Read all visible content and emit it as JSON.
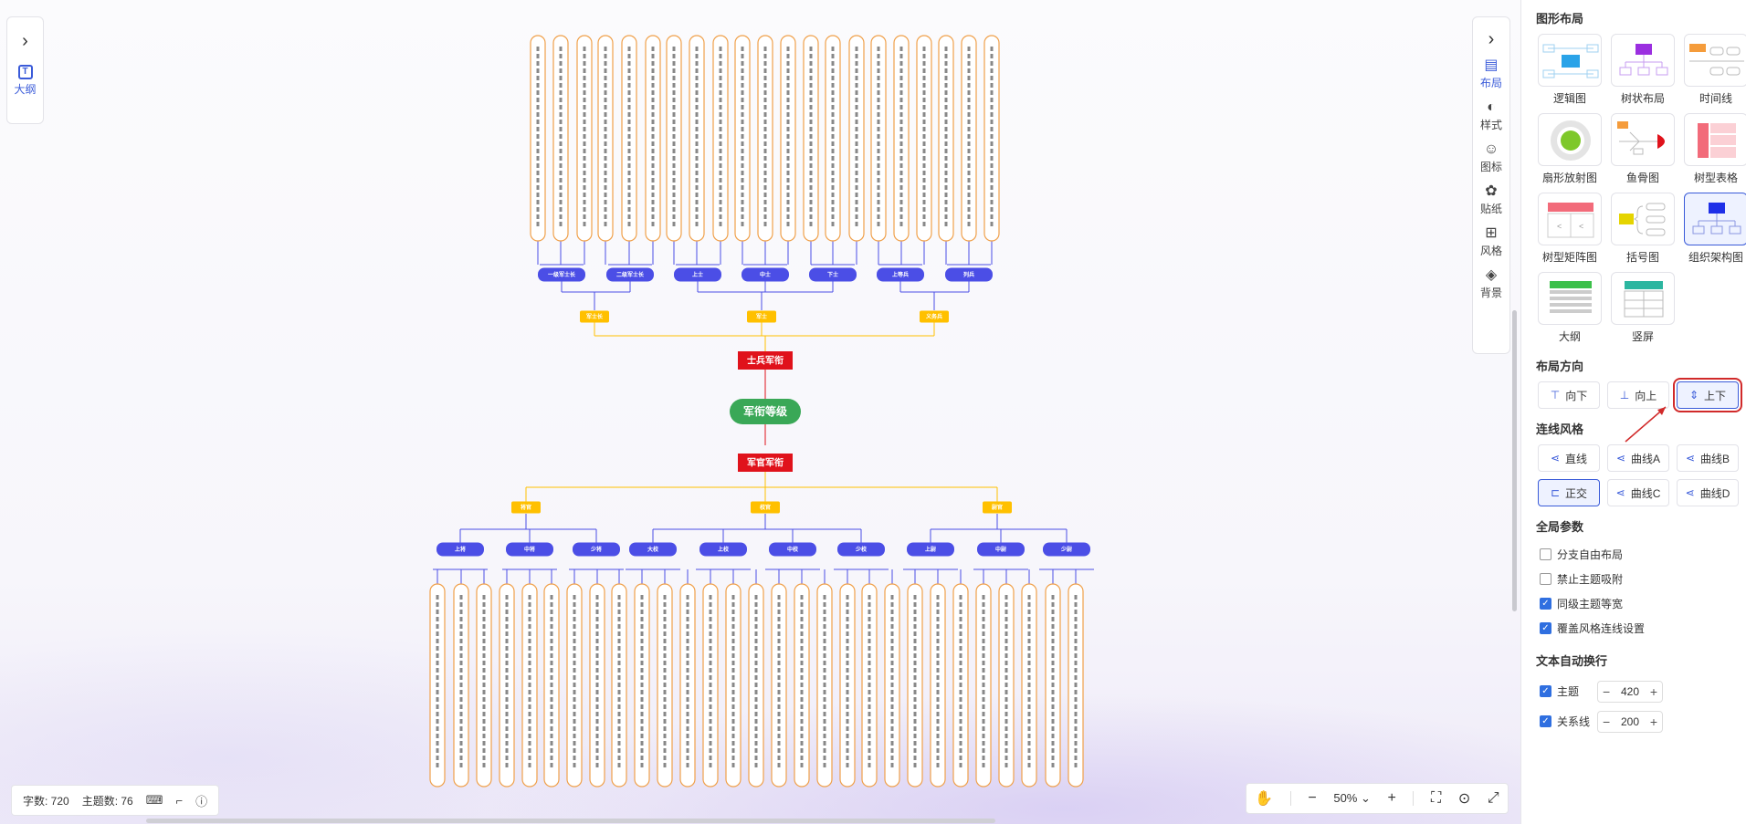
{
  "mindmap": {
    "root": "军衔等级",
    "soldier_branch": "士兵军衔",
    "officer_branch": "军官军衔",
    "soldier_groups": [
      "军士长",
      "军士",
      "义务兵"
    ],
    "soldier_ranks": [
      "一级军士长",
      "二级军士长",
      "上士",
      "中士",
      "下士",
      "上等兵",
      "列兵"
    ],
    "officer_groups": [
      "将官",
      "校官",
      "尉官"
    ],
    "officer_ranks": [
      "上将",
      "中将",
      "少将",
      "大校",
      "上校",
      "中校",
      "少校",
      "上尉",
      "中尉",
      "少尉"
    ]
  },
  "left_float": {
    "outline_label": "大纲"
  },
  "toolbar": {
    "items": [
      {
        "icon": "layout-icon",
        "label": "布局"
      },
      {
        "icon": "palette-icon",
        "label": "样式"
      },
      {
        "icon": "smiley-icon",
        "label": "图标"
      },
      {
        "icon": "sticker-icon",
        "label": "贴纸"
      },
      {
        "icon": "grid-icon",
        "label": "风格"
      },
      {
        "icon": "layers-icon",
        "label": "背景"
      }
    ]
  },
  "status": {
    "word_count": "字数: 720",
    "topic_count": "主题数: 76"
  },
  "zoom": {
    "value": "50%"
  },
  "panel": {
    "layout_title": "图形布局",
    "layouts": [
      "逻辑图",
      "树状布局",
      "时间线",
      "扇形放射图",
      "鱼骨图",
      "树型表格",
      "树型矩阵图",
      "括号图",
      "组织架构图",
      "大纲",
      "竖屏"
    ],
    "selected_layout": "组织架构图",
    "direction_title": "布局方向",
    "directions": [
      "向下",
      "向上",
      "上下"
    ],
    "line_title": "连线风格",
    "line_styles": [
      "直线",
      "曲线A",
      "曲线B",
      "正交",
      "曲线C",
      "曲线D"
    ],
    "global_title": "全局参数",
    "global_options": [
      {
        "label": "分支自由布局",
        "checked": false
      },
      {
        "label": "禁止主题吸附",
        "checked": false
      },
      {
        "label": "同级主题等宽",
        "checked": true
      },
      {
        "label": "覆盖风格连线设置",
        "checked": true
      }
    ],
    "wrap_title": "文本自动换行",
    "wrap_options": [
      {
        "label": "主题",
        "checked": true,
        "value": "420"
      },
      {
        "label": "关系线",
        "checked": true,
        "value": "200"
      }
    ]
  },
  "colors": {
    "accent": "#3a5bd9",
    "root": "#3aa857",
    "branch": "#e0121b",
    "group": "#ffc000",
    "rank": "#4b4ee6",
    "leaf_border": "#f0a04a",
    "highlight": "#d12a2a"
  }
}
